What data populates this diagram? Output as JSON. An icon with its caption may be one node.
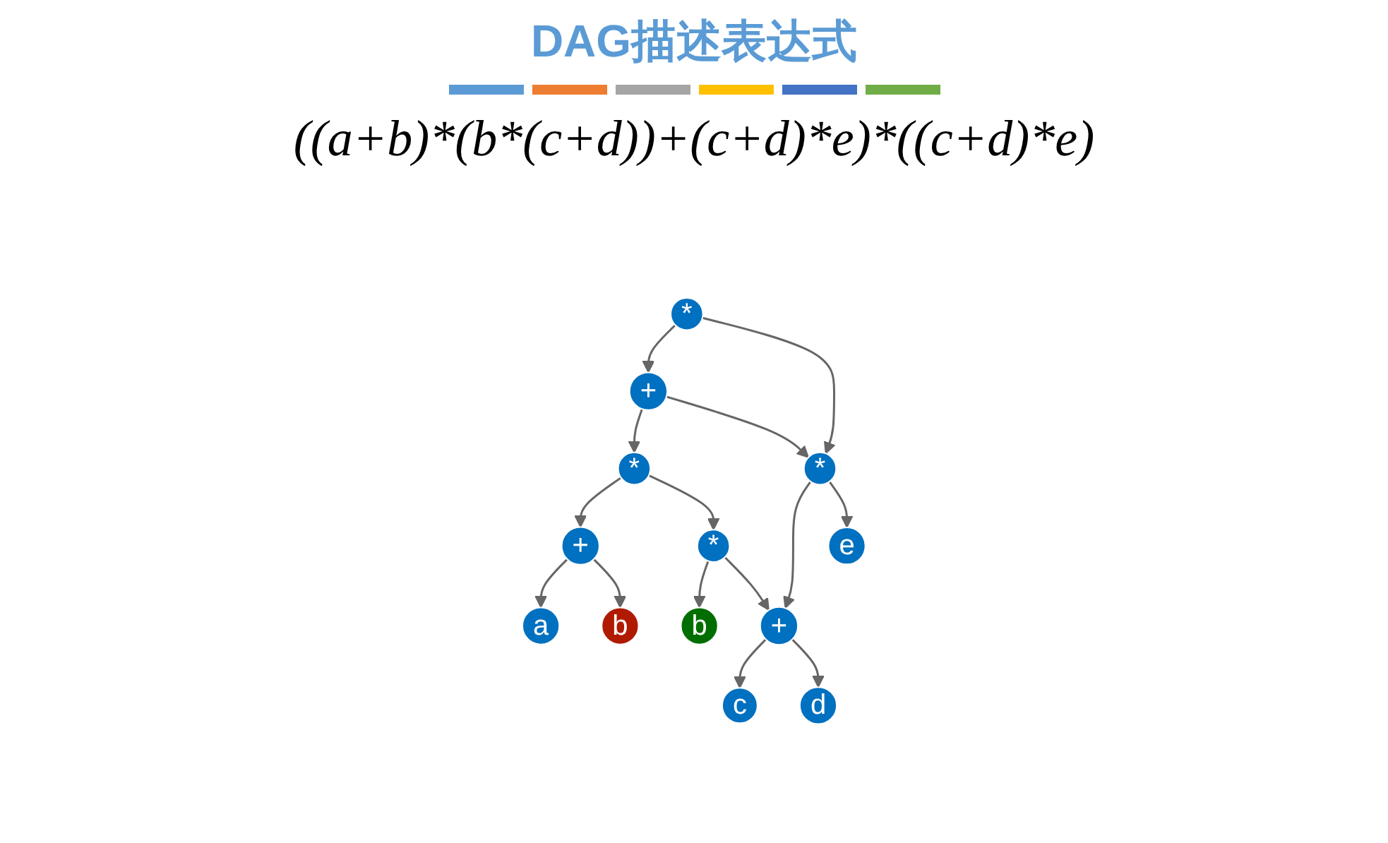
{
  "diagram": {
    "title": "DAG描述表达式",
    "nodes": [
      {
        "text": [
          "*"
        ]
      },
      {
        "text": [
          "+"
        ]
      },
      {
        "text": [
          "*"
        ]
      },
      {
        "text": [
          "*"
        ]
      },
      {
        "text": [
          "+"
        ]
      },
      {
        "text": [
          "*"
        ]
      },
      {
        "text": [
          "+"
        ]
      },
      {
        "text": [
          "e"
        ]
      },
      {
        "text": [
          "a"
        ]
      },
      {
        "text": [
          "b"
        ]
      },
      {
        "text": [
          "b"
        ]
      },
      {
        "text": [
          "c"
        ]
      },
      {
        "text": [
          "d"
        ]
      }
    ],
    "edges": [
      {
        "from": 0,
        "to": 1,
        "arrow": "to"
      },
      {
        "from": 0,
        "to": 3,
        "arrow": "to"
      },
      {
        "from": 1,
        "to": 2,
        "arrow": "to"
      },
      {
        "from": 1,
        "to": 3,
        "arrow": "to"
      },
      {
        "from": 2,
        "to": 4,
        "arrow": "to"
      },
      {
        "from": 2,
        "to": 5,
        "arrow": "to"
      },
      {
        "from": 3,
        "to": 6,
        "arrow": "to"
      },
      {
        "from": 3,
        "to": 7,
        "arrow": "to"
      },
      {
        "from": 4,
        "to": 8,
        "arrow": "to"
      },
      {
        "from": 4,
        "to": 9,
        "arrow": "to"
      },
      {
        "from": 5,
        "to": 10,
        "arrow": "to"
      },
      {
        "from": 5,
        "to": 6,
        "arrow": "to"
      },
      {
        "from": 6,
        "to": 11,
        "arrow": "to"
      },
      {
        "from": 6,
        "to": 12,
        "arrow": "to"
      }
    ],
    "labels": [
      "((a+b)*(b*(c+d))+(c+d)*e)*((c+d)*e)"
    ]
  }
}
